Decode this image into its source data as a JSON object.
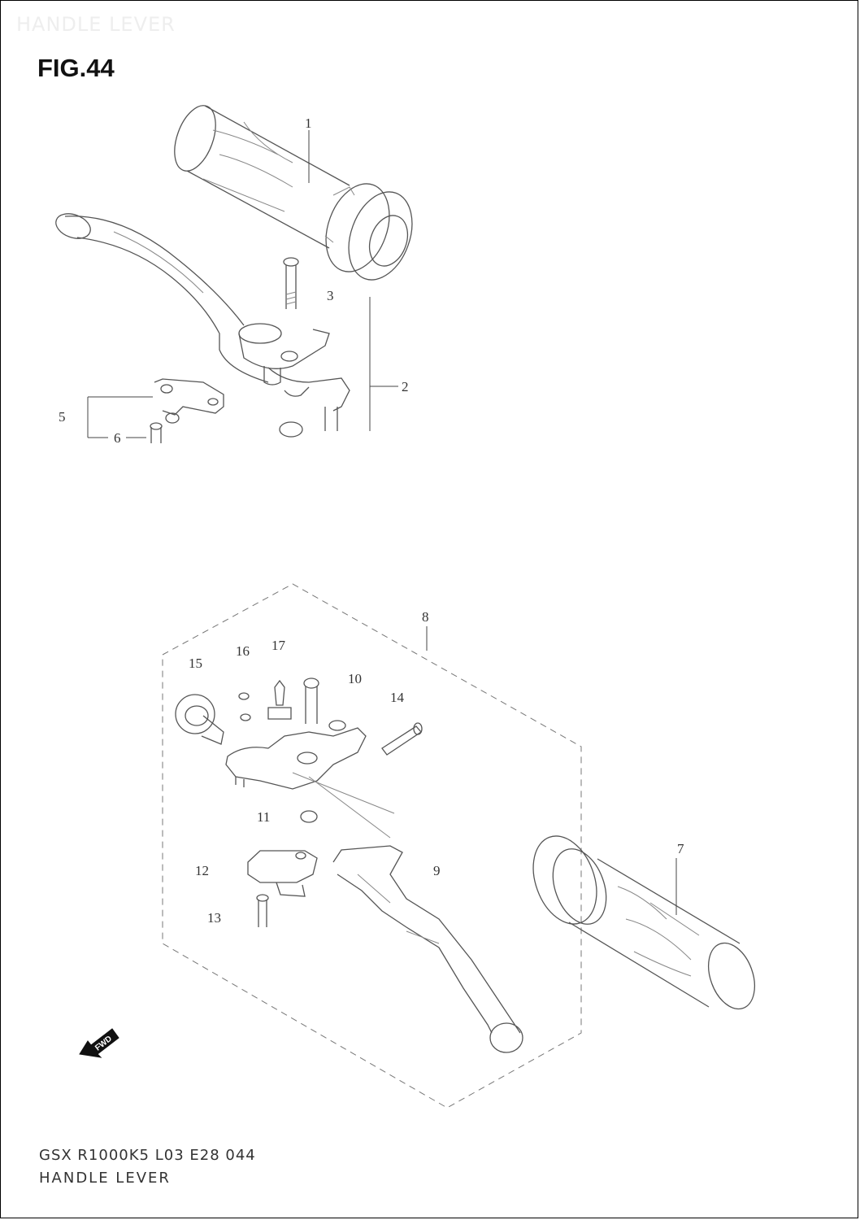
{
  "header": {
    "watermark": "HANDLE LEVER",
    "figure": "FIG.44"
  },
  "callouts": {
    "c1": "1",
    "c2": "2",
    "c3": "3",
    "c5": "5",
    "c6": "6",
    "c7": "7",
    "c8": "8",
    "c9": "9",
    "c10": "10",
    "c11": "11",
    "c12": "12",
    "c13": "13",
    "c14": "14",
    "c15": "15",
    "c16": "16",
    "c17": "17"
  },
  "fwd_label": "FWD",
  "footer": {
    "code": "GSX R1000K5 L03 E28 044",
    "title": "HANDLE LEVER"
  }
}
